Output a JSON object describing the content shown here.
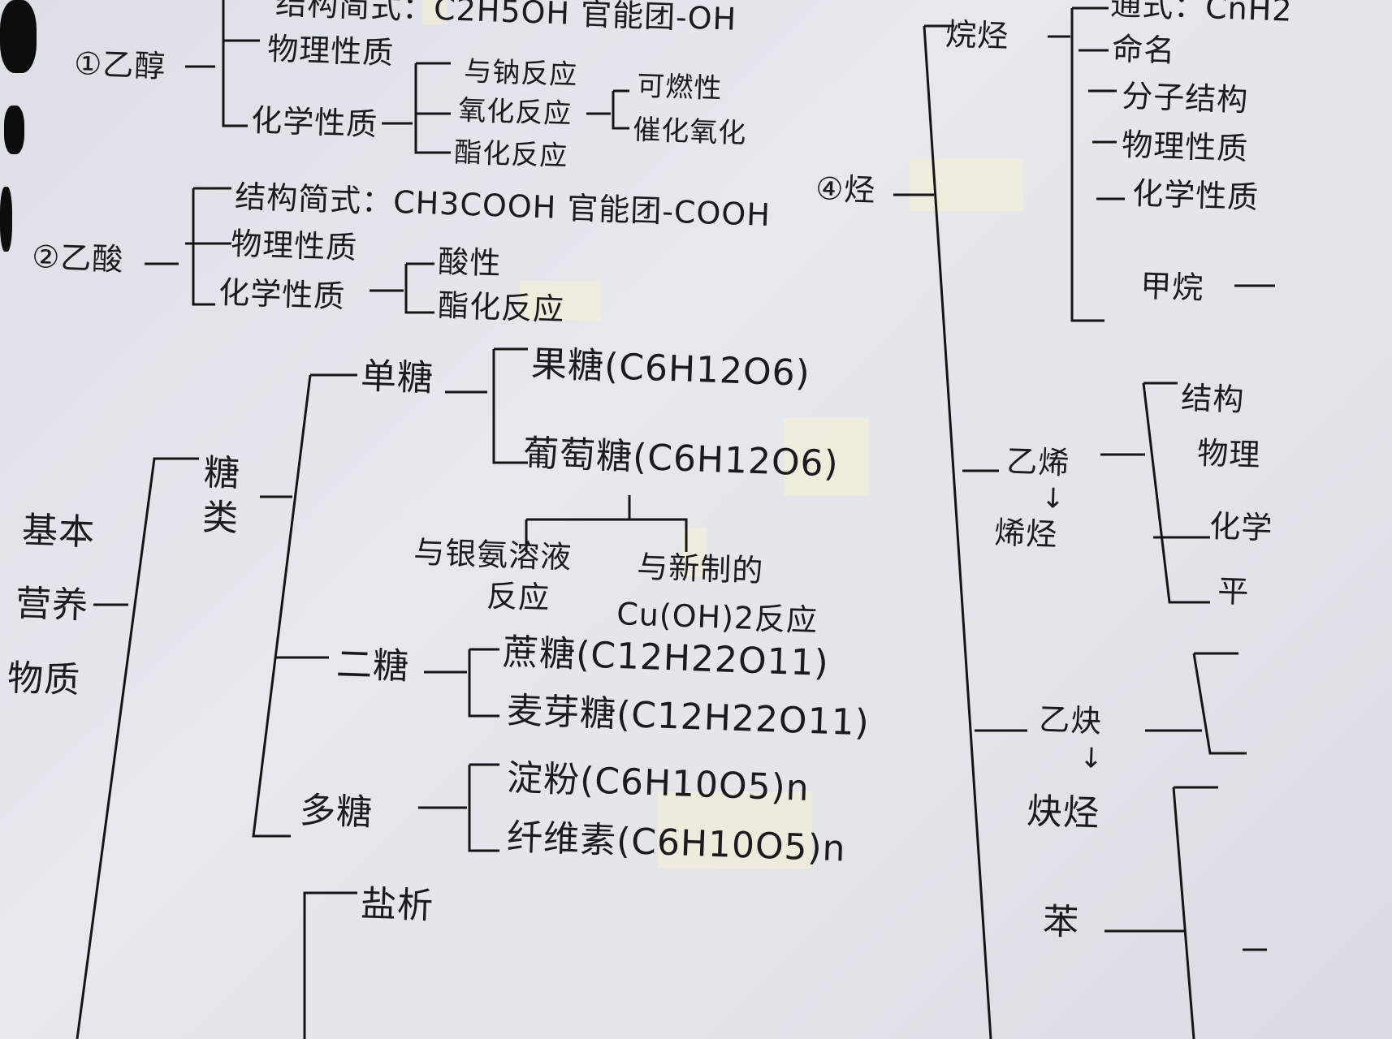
{
  "section1": {
    "title": "①乙醇",
    "structure": "结构简式：C2H5OH 官能团-OH",
    "physical": "物理性质",
    "chemical": "化学性质",
    "reactions": [
      "与钠反应",
      "氧化反应",
      "酯化反应"
    ],
    "oxidation": [
      "可燃性",
      "催化氧化"
    ]
  },
  "section2": {
    "title": "②乙酸",
    "structure": "结构简式：CH3COOH 官能团-COOH",
    "physical": "物理性质",
    "chemical": "化学性质",
    "reactions": [
      "酸性",
      "酯化反应"
    ]
  },
  "section3": {
    "title_lines": [
      "基本",
      "营养",
      "物质"
    ],
    "sugars": "糖类",
    "mono": "单糖",
    "fructose": "果糖(C6H12O6)",
    "glucose": "葡萄糖(C6H12O6)",
    "glucose_reactions": [
      "与银氨溶液",
      "反应",
      "与新制的",
      "Cu(OH)2反应"
    ],
    "di": "二糖",
    "sucrose": "蔗糖(C12H22O11)",
    "maltose": "麦芽糖(C12H22O11)",
    "poly": "多糖",
    "starch": "淀粉(C6H10O5)n",
    "cellulose": "纤维素(C6H10O5)n",
    "salting_out": "盐析"
  },
  "section4": {
    "title": "④烃",
    "alkane": "烷烃",
    "alkane_items": [
      "通式：CnH2",
      "命名",
      "分子结构",
      "物理性质",
      "化学性质",
      "甲烷"
    ],
    "ethylene": "乙烯",
    "alkene": "烯烃",
    "ethylene_items": [
      "结构",
      "物理",
      "化学",
      "平"
    ],
    "acetylene": "乙炔",
    "alkyne": "炔烃",
    "benzene": "苯",
    "arrow": "↓"
  }
}
